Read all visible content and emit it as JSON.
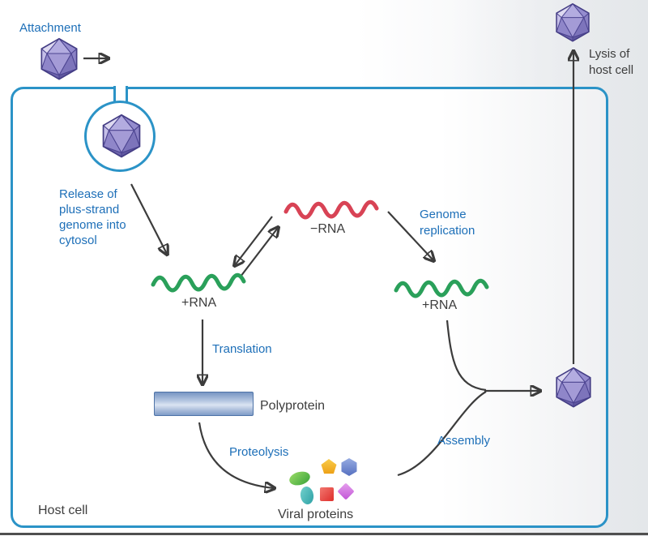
{
  "figure_labels": {
    "attachment": "Attachment",
    "lysis": "Lysis of host cell",
    "release": "Release of plus-strand genome into cytosol",
    "minus_rna": "−RNA",
    "genome_replication": "Genome replication",
    "plus_rna_1": "+RNA",
    "plus_rna_2": "+RNA",
    "translation": "Translation",
    "polyprotein": "Polyprotein",
    "proteolysis": "Proteolysis",
    "assembly": "Assembly",
    "viral_proteins": "Viral proteins",
    "host_cell": "Host cell"
  },
  "colors": {
    "label_blue": "#1d6fb8",
    "text_dark": "#3d3d3d",
    "membrane_blue": "#2b93c7",
    "plus_rna_green": "#2aa05a",
    "minus_rna_red": "#d84355",
    "arrow_dark": "#3c3c3c",
    "baseline_dark": "#4f4f4f",
    "virion_purple": "#8f86c9",
    "polyprotein_blue": "#8faccf"
  },
  "icons": {
    "virion": "icosahedral-virus-icon",
    "vesicle": "endocytic-vesicle-circle",
    "plus_rna_wave": "green-rna-wave-icon",
    "minus_rna_wave": "red-rna-wave-icon",
    "polyprotein": "blue-bar-icon",
    "viral_protein_shapes": [
      "green-bean",
      "orange-pentagon",
      "blue-hexagon",
      "teal-oval",
      "red-square",
      "magenta-diamond"
    ]
  }
}
